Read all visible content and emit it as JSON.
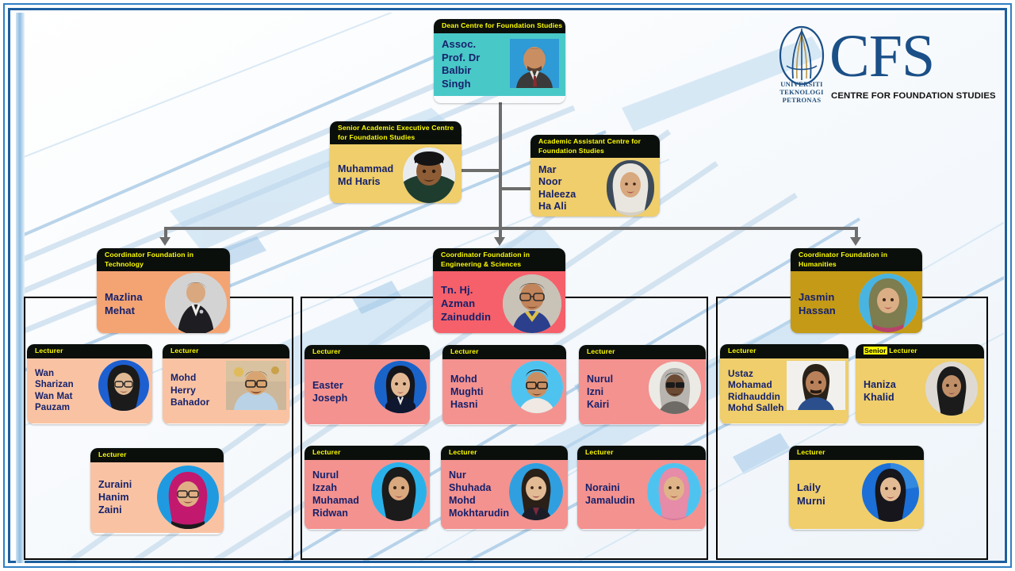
{
  "document": {
    "type": "organizational-chart",
    "organization": "Centre for Foundation Studies"
  },
  "logo": {
    "acronym": "CFS",
    "tagline": "CENTRE FOR FOUNDATION STUDIES",
    "university_line1": "UNIVERSITI",
    "university_line2": "TEKNOLOGI",
    "university_line3": "PETRONAS"
  },
  "nodes": {
    "dean": {
      "title": "Dean Centre for Foundation\nStudies",
      "name": "Assoc.\nProf. Dr\nBalbir\nSingh"
    },
    "senior_academic_executive": {
      "title": "Senior Academic Executive\nCentre for Foundation  Studies",
      "name": "Muhammad\nMd Haris"
    },
    "academic_assistant": {
      "title": "Academic Assistant\nCentre for Foundation  Studies",
      "name": "Mar\nNoor\nHaleeza\nHa Ali"
    },
    "coordinator_technology": {
      "title": "Coordinator  Foundation  in\nTechnology",
      "name": "Mazlina\nMehat"
    },
    "coordinator_engineering": {
      "title": "Coordinator  Foundation  in\nEngineering  &  Sciences",
      "name": "Tn. Hj.\nAzman\nZainuddin"
    },
    "coordinator_humanities": {
      "title": "Coordinator  Foundation  in\nHumanities",
      "name": "Jasmin\nHassan"
    }
  },
  "groups": [
    {
      "key": "technology",
      "coordinator": "coordinator_technology",
      "members": [
        {
          "title": "Lecturer",
          "name": "Wan\nSharizan\nWan Mat\nPauzam"
        },
        {
          "title": "Lecturer",
          "name": "Mohd\nHerry\nBahador"
        },
        {
          "title": "Lecturer",
          "name": "Zuraini\nHanim\nZaini"
        }
      ]
    },
    {
      "key": "engineering",
      "coordinator": "coordinator_engineering",
      "members": [
        {
          "title": "Lecturer",
          "name": "Easter\nJoseph"
        },
        {
          "title": "Lecturer",
          "name": "Mohd\nMughti\nHasni"
        },
        {
          "title": "Lecturer",
          "name": "Nurul\nIzni\nKairi"
        },
        {
          "title": "Lecturer",
          "name": "Nurul\nIzzah\nMuhamad\nRidwan"
        },
        {
          "title": "Lecturer",
          "name": "Nur\nShuhada\nMohd\nMokhtarudin"
        },
        {
          "title": "Lecturer",
          "name": "Noraini\nJamaludin"
        }
      ]
    },
    {
      "key": "humanities",
      "coordinator": "coordinator_humanities",
      "members": [
        {
          "title": "Lecturer",
          "name": "Ustaz\nMohamad\nRidhauddin\nMohd Salleh"
        },
        {
          "title": "Senior Lecturer",
          "title_highlight": "Senior",
          "name": "Haniza\nKhalid"
        },
        {
          "title": "Lecturer",
          "name": "Laily\nMurni"
        }
      ]
    }
  ],
  "colors": {
    "header_band": "#0b0f0c",
    "header_text": "#ffff00",
    "name_text": "#16216b",
    "dean": "#49c8c8",
    "staff": "#efce6b",
    "technology": "#f4a473",
    "technology_member": "#f9c3a3",
    "engineering": "#f5606a",
    "engineering_member": "#f4928f",
    "humanities": "#c49a16",
    "humanities_member": "#efce6b",
    "connector": "#6d6d6d",
    "frame": "#1d5f9e",
    "logo_blue": "#1b4f87"
  }
}
